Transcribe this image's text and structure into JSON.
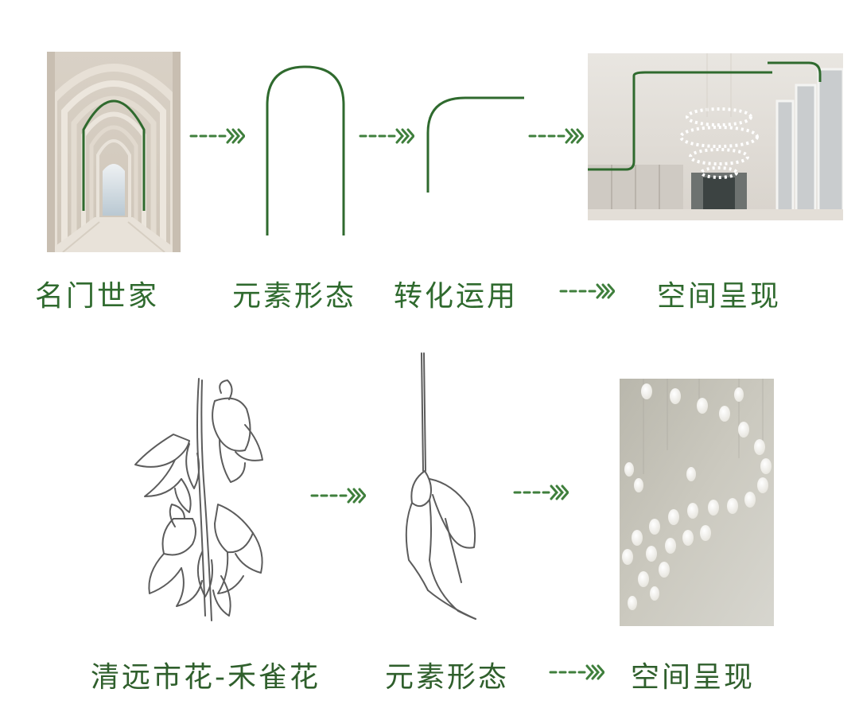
{
  "colors": {
    "accent_green": "#2f6a2e",
    "arrow_green": "#3f7f3c",
    "sketch_grey": "#5c5c5c",
    "background": "#ffffff"
  },
  "top_row": {
    "labels": {
      "origin": "名门世家",
      "element": "元素形态",
      "transform": "转化运用",
      "space": "空间呈现"
    },
    "images": {
      "arcade_photo": "arch-corridor-photo",
      "interior_photo": "interior-hall-chandelier-photo"
    },
    "icons": [
      "arch-outline-icon",
      "corner-curve-icon"
    ]
  },
  "bottom_row": {
    "labels": {
      "origin": "清远市花-禾雀花",
      "element": "元素形态",
      "space": "空间呈现"
    },
    "images": {
      "flower_sketch": "hequehua-cluster-sketch",
      "single_flower_sketch": "single-flower-sketch",
      "pendant_photo": "pendant-light-photo"
    }
  },
  "arrow_icon": "dashed-chevron-arrow-icon"
}
